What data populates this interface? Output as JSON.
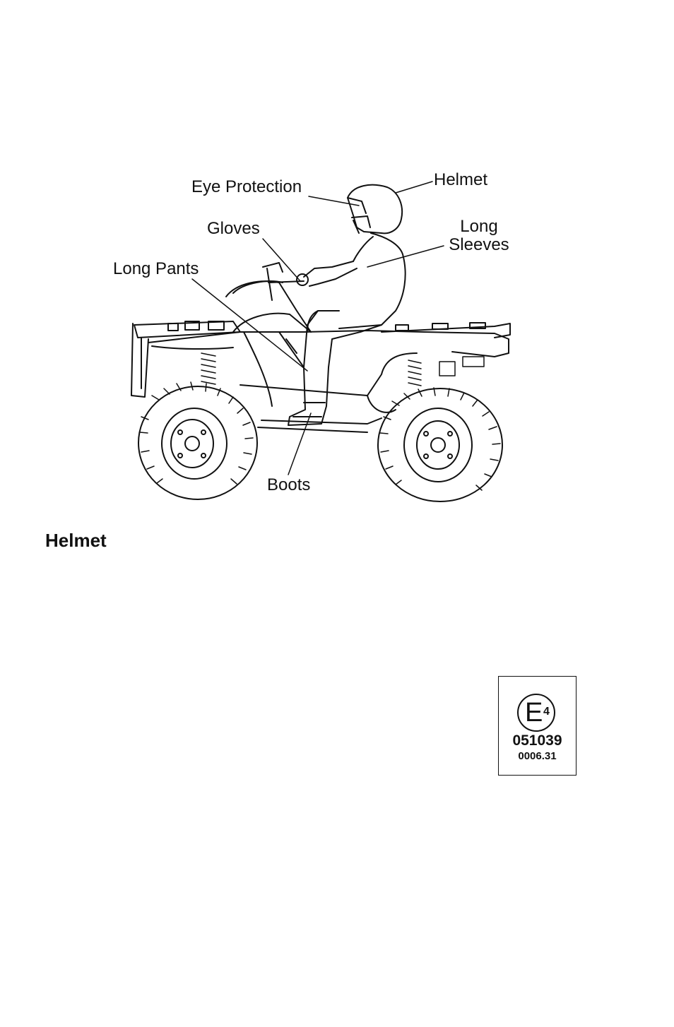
{
  "figure": {
    "callouts": {
      "eye_protection": "Eye Protection",
      "helmet": "Helmet",
      "gloves": "Gloves",
      "long": "Long",
      "sleeves": "Sleeves",
      "long_pants": "Long Pants",
      "boots": "Boots"
    }
  },
  "section": {
    "heading": "Helmet"
  },
  "certification_label": {
    "mark_letter": "E",
    "mark_country": "4",
    "approval_number": "051039",
    "code": "0006.31"
  }
}
